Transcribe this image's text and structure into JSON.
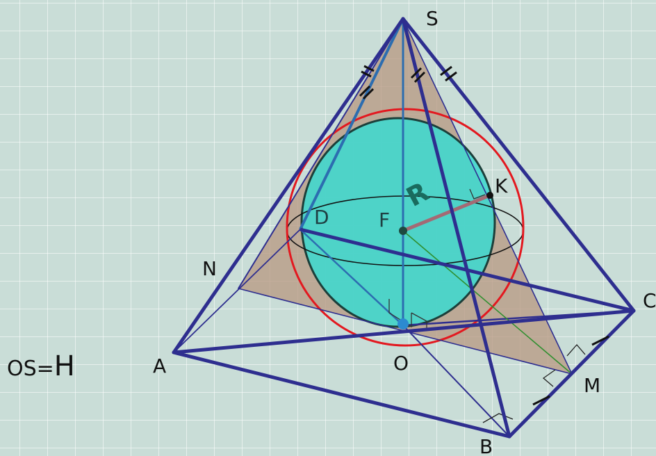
{
  "points": {
    "S": "S",
    "A": "A",
    "B": "B",
    "C": "C",
    "O": "O",
    "M": "M",
    "N": "N",
    "D": "D",
    "F": "F",
    "K": "K"
  },
  "radius_label": "R",
  "formula": {
    "lhs": "OS=",
    "rhs": "H"
  },
  "colors": {
    "edge": "#2e2e8f",
    "section_fill": "#b99a84",
    "sphere": "#3fd8cf",
    "circle": "#e3181f",
    "radius": "#a46a74",
    "axis": "#2c6db0",
    "median": "#2f8f2f"
  }
}
